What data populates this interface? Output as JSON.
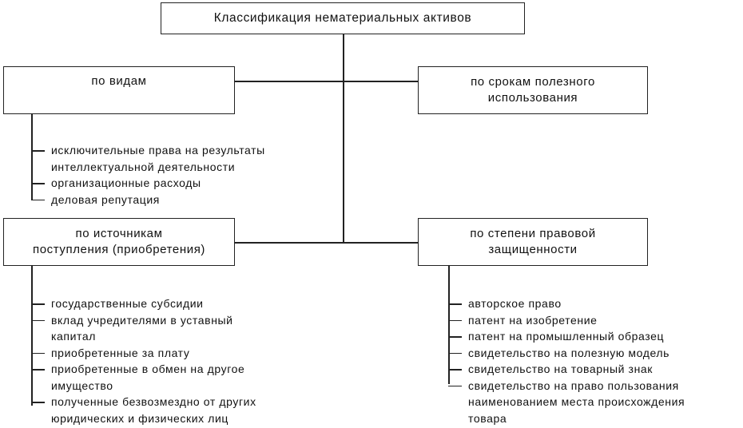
{
  "title": "Классификация нематериальных активов",
  "categories": {
    "by_type": {
      "label_lines": [
        "по видам"
      ],
      "items": [
        {
          "lines": [
            "исключительные права на результаты",
            "интеллектуальной деятельности"
          ]
        },
        {
          "lines": [
            "организационные расходы"
          ]
        },
        {
          "lines": [
            "деловая репутация"
          ]
        }
      ]
    },
    "by_useful_life": {
      "label_lines": [
        "по срокам полезного",
        "использования"
      ]
    },
    "by_source": {
      "label_lines": [
        "по источникам",
        "поступления (приобретения)"
      ],
      "items": [
        {
          "lines": [
            "государственные субсидии"
          ]
        },
        {
          "lines": [
            "вклад  учредителями в уставный",
            "капитал"
          ]
        },
        {
          "lines": [
            "приобретенные за плату"
          ]
        },
        {
          "lines": [
            "приобретенные в обмен на другое",
            "имущество"
          ]
        },
        {
          "lines": [
            "полученные безвозмездно от других",
            "юридических и физических лиц"
          ]
        }
      ]
    },
    "by_legal_protection": {
      "label_lines": [
        "по степени правовой",
        "защищенности"
      ],
      "items": [
        {
          "lines": [
            "авторское право"
          ]
        },
        {
          "lines": [
            "патент на изобретение"
          ]
        },
        {
          "lines": [
            "патент на промышленный образец"
          ]
        },
        {
          "lines": [
            "свидетельство на полезную модель"
          ]
        },
        {
          "lines": [
            "свидетельство на товарный знак"
          ]
        },
        {
          "lines": [
            "свидетельство на право пользования",
            "наименованием места происхождения",
            "товара"
          ]
        }
      ]
    }
  }
}
